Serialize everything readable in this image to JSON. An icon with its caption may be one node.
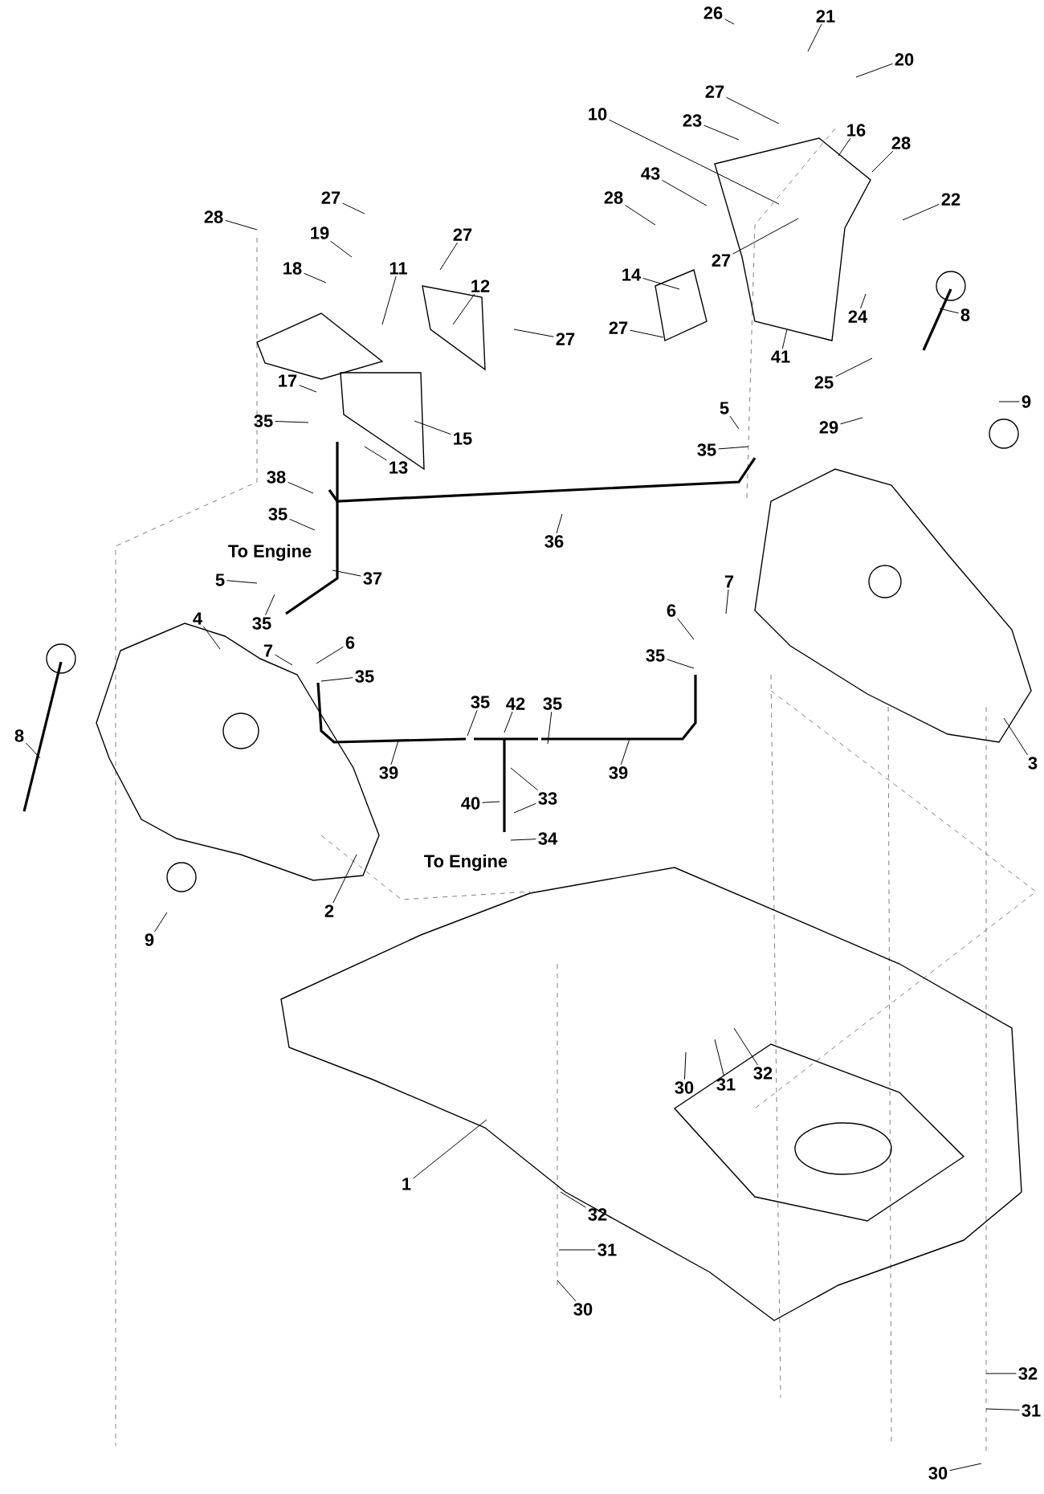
{
  "diagram": {
    "nodes": [
      {
        "text": [
          "26"
        ]
      },
      {
        "text": [
          "21"
        ]
      },
      {
        "text": [
          "20"
        ]
      },
      {
        "text": [
          "27"
        ]
      },
      {
        "text": [
          "10"
        ]
      },
      {
        "text": [
          "23"
        ]
      },
      {
        "text": [
          "16"
        ]
      },
      {
        "text": [
          "28"
        ]
      },
      {
        "text": [
          "43"
        ]
      },
      {
        "text": [
          "28"
        ]
      },
      {
        "text": [
          "22"
        ]
      },
      {
        "text": [
          "27"
        ]
      },
      {
        "text": [
          "28"
        ]
      },
      {
        "text": [
          "27"
        ]
      },
      {
        "text": [
          "19"
        ]
      },
      {
        "text": [
          "27"
        ]
      },
      {
        "text": [
          "11"
        ]
      },
      {
        "text": [
          "18"
        ]
      },
      {
        "text": [
          "14"
        ]
      },
      {
        "text": [
          "12"
        ]
      },
      {
        "text": [
          "8"
        ]
      },
      {
        "text": [
          "24"
        ]
      },
      {
        "text": [
          "27"
        ]
      },
      {
        "text": [
          "27"
        ]
      },
      {
        "text": [
          "41"
        ]
      },
      {
        "text": [
          "17"
        ]
      },
      {
        "text": [
          "25"
        ]
      },
      {
        "text": [
          "9"
        ]
      },
      {
        "text": [
          "5"
        ]
      },
      {
        "text": [
          "35"
        ]
      },
      {
        "text": [
          "29"
        ]
      },
      {
        "text": [
          "15"
        ]
      },
      {
        "text": [
          "35"
        ]
      },
      {
        "text": [
          "13"
        ]
      },
      {
        "text": [
          "38"
        ]
      },
      {
        "text": [
          "35"
        ]
      },
      {
        "text": [
          "36"
        ]
      },
      {
        "text": [
          "37"
        ]
      },
      {
        "text": [
          "5"
        ]
      },
      {
        "text": [
          "6"
        ]
      },
      {
        "text": [
          "4"
        ]
      },
      {
        "text": [
          "7"
        ]
      },
      {
        "text": [
          "35"
        ]
      },
      {
        "text": [
          "6"
        ]
      },
      {
        "text": [
          "7"
        ]
      },
      {
        "text": [
          "35"
        ]
      },
      {
        "text": [
          "35"
        ]
      },
      {
        "text": [
          "35"
        ]
      },
      {
        "text": [
          "42"
        ]
      },
      {
        "text": [
          "35"
        ]
      },
      {
        "text": [
          "8"
        ]
      },
      {
        "text": [
          "3"
        ]
      },
      {
        "text": [
          "39"
        ]
      },
      {
        "text": [
          "39"
        ]
      },
      {
        "text": [
          "33"
        ]
      },
      {
        "text": [
          "40"
        ]
      },
      {
        "text": [
          "34"
        ]
      },
      {
        "text": [
          "2"
        ]
      },
      {
        "text": [
          "9"
        ]
      },
      {
        "text": [
          "30"
        ]
      },
      {
        "text": [
          "31"
        ]
      },
      {
        "text": [
          "32"
        ]
      },
      {
        "text": [
          "1"
        ]
      },
      {
        "text": [
          "32"
        ]
      },
      {
        "text": [
          "31"
        ]
      },
      {
        "text": [
          "30"
        ]
      },
      {
        "text": [
          "32"
        ]
      },
      {
        "text": [
          "31"
        ]
      },
      {
        "text": [
          "30"
        ]
      }
    ],
    "edges": [
      {
        "from": 0,
        "to": null,
        "arrow": "none"
      },
      {
        "from": 1,
        "to": null,
        "arrow": "none"
      },
      {
        "from": 2,
        "to": null,
        "arrow": "none"
      },
      {
        "from": 3,
        "to": null,
        "arrow": "none"
      },
      {
        "from": 4,
        "to": null,
        "arrow": "none"
      },
      {
        "from": 5,
        "to": null,
        "arrow": "none"
      },
      {
        "from": 6,
        "to": null,
        "arrow": "none"
      },
      {
        "from": 7,
        "to": null,
        "arrow": "none"
      },
      {
        "from": 8,
        "to": null,
        "arrow": "none"
      },
      {
        "from": 9,
        "to": null,
        "arrow": "none"
      },
      {
        "from": 10,
        "to": null,
        "arrow": "none"
      },
      {
        "from": 11,
        "to": null,
        "arrow": "none"
      },
      {
        "from": 12,
        "to": null,
        "arrow": "none"
      },
      {
        "from": 13,
        "to": null,
        "arrow": "none"
      },
      {
        "from": 14,
        "to": null,
        "arrow": "none"
      },
      {
        "from": 15,
        "to": null,
        "arrow": "none"
      },
      {
        "from": 16,
        "to": null,
        "arrow": "none"
      },
      {
        "from": 17,
        "to": null,
        "arrow": "none"
      },
      {
        "from": 18,
        "to": null,
        "arrow": "none"
      },
      {
        "from": 19,
        "to": null,
        "arrow": "none"
      },
      {
        "from": 20,
        "to": null,
        "arrow": "none"
      },
      {
        "from": 21,
        "to": null,
        "arrow": "none"
      },
      {
        "from": 22,
        "to": null,
        "arrow": "none"
      },
      {
        "from": 23,
        "to": null,
        "arrow": "none"
      },
      {
        "from": 24,
        "to": null,
        "arrow": "none"
      },
      {
        "from": 25,
        "to": null,
        "arrow": "none"
      },
      {
        "from": 26,
        "to": null,
        "arrow": "none"
      },
      {
        "from": 27,
        "to": null,
        "arrow": "none"
      },
      {
        "from": 28,
        "to": null,
        "arrow": "none"
      },
      {
        "from": 29,
        "to": null,
        "arrow": "none"
      },
      {
        "from": 30,
        "to": null,
        "arrow": "none"
      },
      {
        "from": 31,
        "to": null,
        "arrow": "none"
      },
      {
        "from": 32,
        "to": null,
        "arrow": "none"
      },
      {
        "from": 33,
        "to": null,
        "arrow": "none"
      },
      {
        "from": 34,
        "to": null,
        "arrow": "none"
      },
      {
        "from": 35,
        "to": null,
        "arrow": "none"
      },
      {
        "from": 36,
        "to": null,
        "arrow": "none"
      },
      {
        "from": 37,
        "to": null,
        "arrow": "none"
      },
      {
        "from": 38,
        "to": null,
        "arrow": "none"
      },
      {
        "from": 39,
        "to": null,
        "arrow": "none"
      },
      {
        "from": 40,
        "to": null,
        "arrow": "none"
      },
      {
        "from": 41,
        "to": null,
        "arrow": "none"
      },
      {
        "from": 42,
        "to": null,
        "arrow": "none"
      },
      {
        "from": 43,
        "to": null,
        "arrow": "none"
      },
      {
        "from": 44,
        "to": null,
        "arrow": "none"
      },
      {
        "from": 45,
        "to": null,
        "arrow": "none"
      },
      {
        "from": 46,
        "to": null,
        "arrow": "none"
      },
      {
        "from": 47,
        "to": null,
        "arrow": "none"
      },
      {
        "from": 48,
        "to": null,
        "arrow": "none"
      },
      {
        "from": 49,
        "to": null,
        "arrow": "none"
      },
      {
        "from": 50,
        "to": null,
        "arrow": "none"
      },
      {
        "from": 51,
        "to": null,
        "arrow": "none"
      },
      {
        "from": 52,
        "to": null,
        "arrow": "none"
      },
      {
        "from": 53,
        "to": null,
        "arrow": "none"
      },
      {
        "from": 54,
        "to": null,
        "arrow": "none"
      },
      {
        "from": 54,
        "to": null,
        "arrow": "none"
      },
      {
        "from": 55,
        "to": null,
        "arrow": "none"
      },
      {
        "from": 56,
        "to": null,
        "arrow": "none"
      },
      {
        "from": 57,
        "to": null,
        "arrow": "none"
      },
      {
        "from": 58,
        "to": null,
        "arrow": "none"
      },
      {
        "from": 59,
        "to": null,
        "arrow": "none"
      },
      {
        "from": 60,
        "to": null,
        "arrow": "none"
      },
      {
        "from": 61,
        "to": null,
        "arrow": "none"
      },
      {
        "from": 62,
        "to": null,
        "arrow": "none"
      },
      {
        "from": 63,
        "to": null,
        "arrow": "none"
      },
      {
        "from": 64,
        "to": null,
        "arrow": "none"
      },
      {
        "from": 65,
        "to": null,
        "arrow": "none"
      },
      {
        "from": 66,
        "to": null,
        "arrow": "none"
      },
      {
        "from": 67,
        "to": null,
        "arrow": "none"
      },
      {
        "from": 68,
        "to": null,
        "arrow": "none"
      }
    ],
    "labels": [
      "To Engine",
      "To Engine"
    ]
  }
}
